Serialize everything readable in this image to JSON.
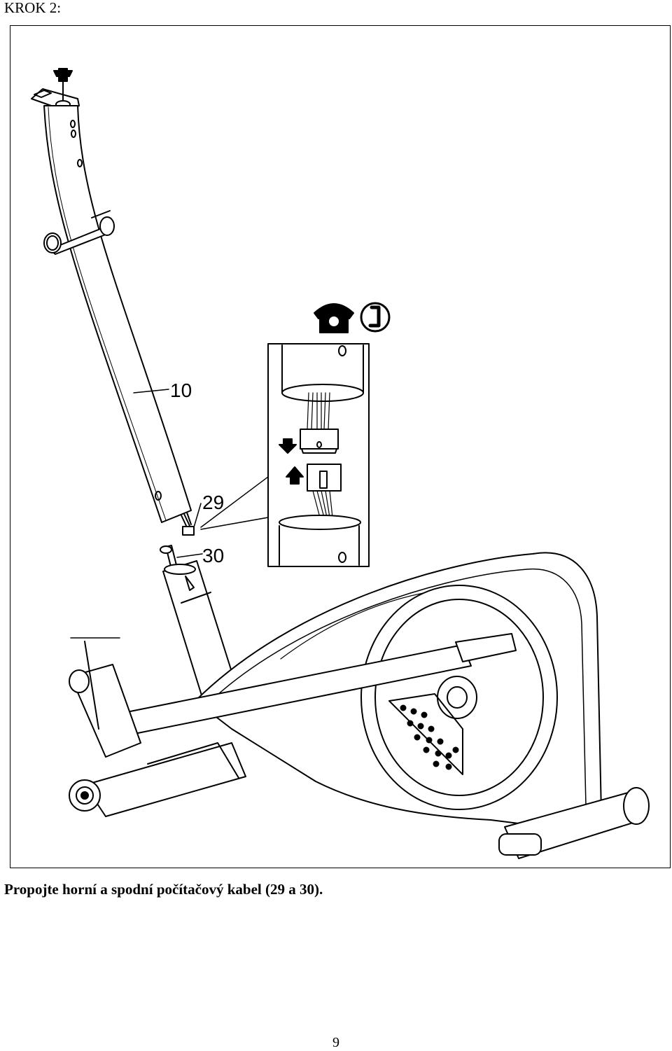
{
  "header": {
    "step_title": "KROK 2:"
  },
  "figure": {
    "part_labels": {
      "upright_tube": "10",
      "upper_cable": "29",
      "lower_cable": "30"
    },
    "detail_inset": {
      "icons": [
        "telephone-icon",
        "handset-icon"
      ],
      "arrows": [
        "arrow-down-icon",
        "arrow-up-icon"
      ]
    }
  },
  "caption": {
    "text": "Propojte horní a spodní počítačový kabel (29 a 30)."
  },
  "footer": {
    "page_number": "9"
  }
}
